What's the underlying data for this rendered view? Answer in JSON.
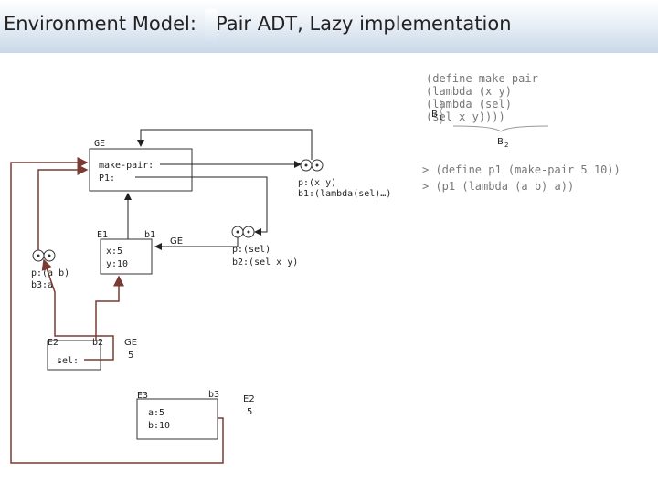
{
  "header": {
    "title_left": "Environment Model:",
    "title_right": "Pair ADT, Lazy implementation"
  },
  "code": {
    "define_lines": [
      "(define make-pair",
      "  (lambda (x y)",
      "    (lambda (sel)",
      "      (sel x y))))"
    ],
    "b1_label": "B",
    "b1_sub": "1",
    "b2_label": "B",
    "b2_sub": "2",
    "repl_lines": [
      "> (define p1 (make-pair 5 10))",
      "> (p1 (lambda (a b) a))"
    ]
  },
  "diagram": {
    "ge_label": "GE",
    "global_bindings": [
      "make-pair:",
      "P1:"
    ],
    "closure1": [
      "p:(x y)",
      "b1:(lambda(sel)…)"
    ],
    "closure2": [
      "p:(sel)",
      "b2:(sel x y)"
    ],
    "closure3": [
      "p:(a b)",
      "b3:a"
    ],
    "e1_label": "E1",
    "e1_b": "b1",
    "e1_ge": "GE",
    "e1_bindings": [
      "x:5",
      "y:10"
    ],
    "e2_label": "E2",
    "e2_b": "b2",
    "e2_bindings": [
      "sel:"
    ],
    "e2_ret": [
      "GE",
      "5"
    ],
    "e3_label": "E3",
    "e3_b": "b3",
    "e3_bindings": [
      "a:5",
      "b:10"
    ],
    "e3_ret": [
      "E2",
      "5"
    ]
  },
  "colors": {
    "arrow": "#7a3b33",
    "box": "#333333",
    "code": "#777777"
  }
}
